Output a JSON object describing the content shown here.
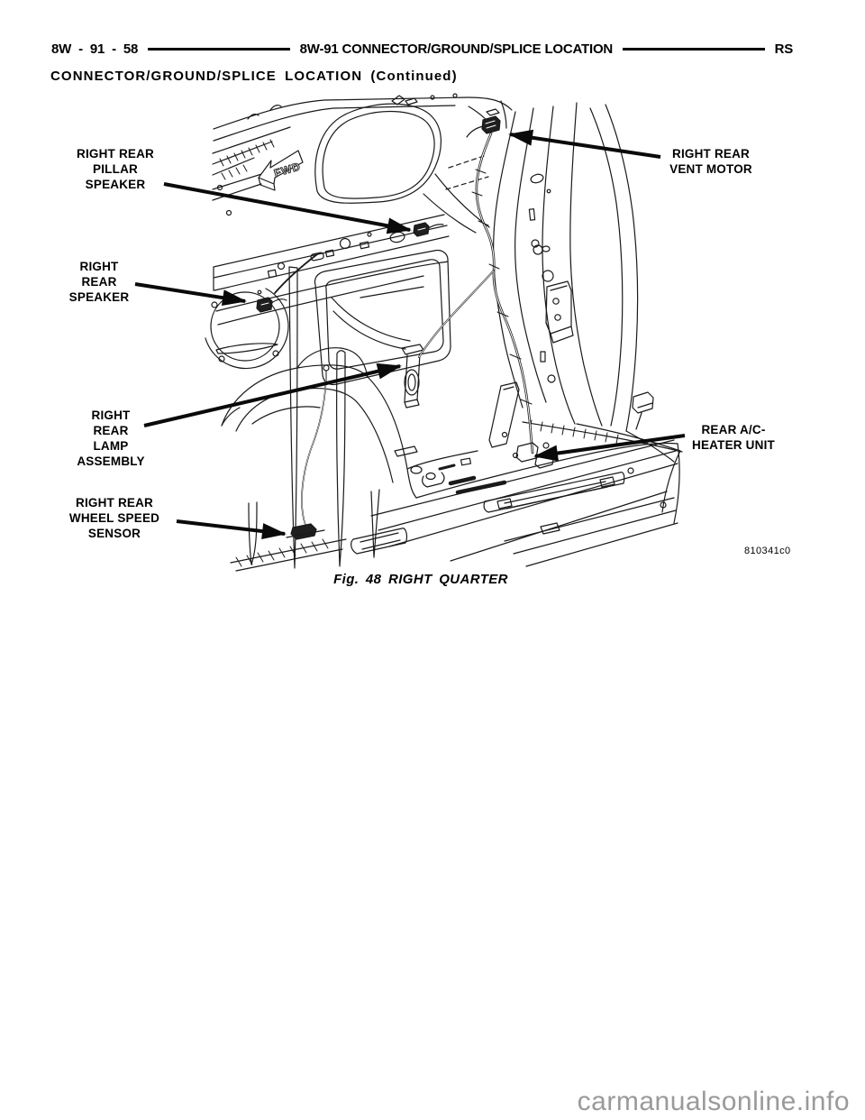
{
  "page": {
    "header": {
      "left_code": "8W - 91 - 58",
      "center_title": "8W-91 CONNECTOR/GROUND/SPLICE LOCATION",
      "right_code": "RS"
    },
    "subtitle": "CONNECTOR/GROUND/SPLICE LOCATION (Continued)",
    "figure": {
      "caption": "Fig. 48 RIGHT QUARTER",
      "drawing_code": "810341c0",
      "fwd_label": "FWD",
      "callouts": [
        {
          "id": "right-rear-pillar-speaker",
          "label": "RIGHT REAR\nPILLAR\nSPEAKER"
        },
        {
          "id": "right-rear-vent-motor",
          "label": "RIGHT REAR\nVENT MOTOR"
        },
        {
          "id": "right-rear-speaker",
          "label": "RIGHT\nREAR\nSPEAKER"
        },
        {
          "id": "right-rear-lamp-assembly",
          "label": "RIGHT\nREAR\nLAMP\nASSEMBLY"
        },
        {
          "id": "right-rear-wheel-speed-sensor",
          "label": "RIGHT REAR\nWHEEL SPEED\nSENSOR"
        },
        {
          "id": "rear-ac-heater-unit",
          "label": "REAR A/C-\nHEATER UNIT"
        }
      ]
    },
    "watermark": "carmanualsonline.info",
    "colors": {
      "ink": "#000000",
      "paper": "#ffffff",
      "watermark": "#9a9a9a"
    }
  }
}
